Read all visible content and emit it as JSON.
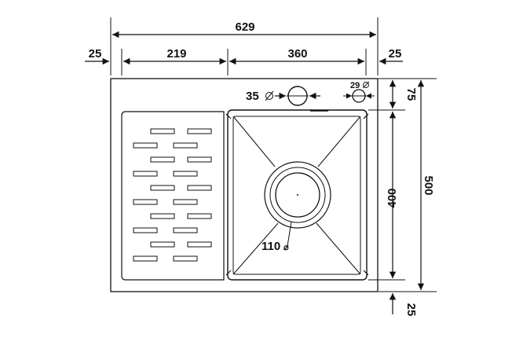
{
  "dimensions": {
    "overall_width": "629",
    "left_margin": "25",
    "drainboard_width": "219",
    "bowl_width": "360",
    "right_margin": "25",
    "top_margin": "75",
    "bowl_depth": "400",
    "overall_depth": "500",
    "bottom_margin": "25",
    "faucet_hole": "35",
    "small_hole": "29",
    "drain_diameter": "110"
  },
  "symbols": {
    "diameter": "⌀"
  },
  "colors": {
    "line": "#111111",
    "background": "#ffffff"
  }
}
